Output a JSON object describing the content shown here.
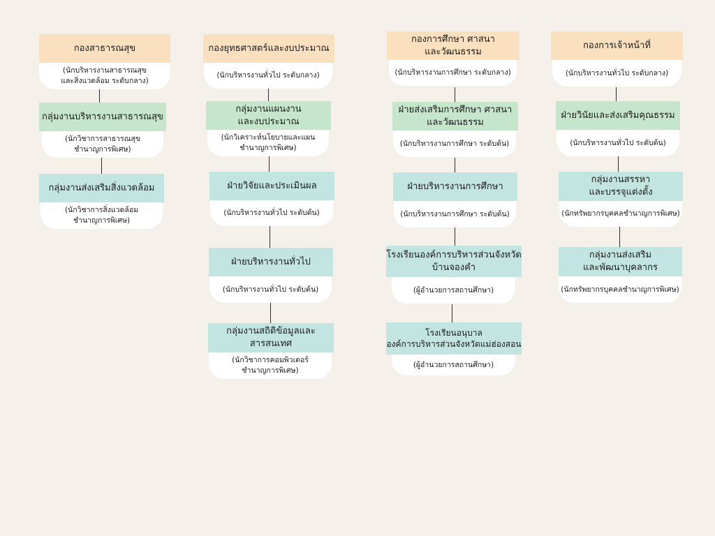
{
  "columns": [
    {
      "nodes": [
        {
          "title": "กองสาธารณสุข",
          "subtitle": "(นักบริหารงานสาธารณสุข\nและสิ่งแวดล้อม ระดับกลาง)"
        },
        {
          "title": "กลุ่มงานบริหารงานสาธารณสุข",
          "subtitle": "(นักวิชาการสาธารณสุข\nชำนาญการพิเศษ)"
        },
        {
          "title": "กลุ่มงานส่งเสริมสิ่งแวดล้อม",
          "subtitle": "(นักวิชาการสิ่งแวดล้อม\nชำนาญการพิเศษ)"
        }
      ]
    },
    {
      "nodes": [
        {
          "title": "กองยุทธศาสตร์และงบประมาณ",
          "subtitle": "(นักบริหารงานทั่วไป ระดับกลาง)"
        },
        {
          "title": "กลุ่มงานแผนงาน\nและงบประมาณ",
          "subtitle": "(นักวิเคราะห์นโยบายและแผน\nชำนาญการพิเศษ)"
        },
        {
          "title": "ฝ่ายวิจัยและประเมินผล",
          "subtitle": "(นักบริหารงานทั่วไป ระดับต้น)"
        },
        {
          "title": "ฝ่ายบริหารงานทั่วไป",
          "subtitle": "(นักบริหารงานทั่วไป ระดับต้น)"
        },
        {
          "title": "กลุ่มงานสถิติข้อมูลและสารสนเทศ",
          "subtitle": "(นักวิชาการคอมพิวเตอร์\nชำนาญการพิเศษ)"
        }
      ]
    },
    {
      "nodes": [
        {
          "title": "กองการศึกษา ศาสนา\nและวัฒนธรรม",
          "subtitle": "(นักบริหารงานการศึกษา ระดับกลาง)"
        },
        {
          "title": "ฝ่ายส่งเสริมการศึกษา ศาสนา\nและวัฒนธรรม",
          "subtitle": "(นักบริหารงานการศึกษา ระดับต้น)"
        },
        {
          "title": "ฝ่ายบริหารงานการศึกษา",
          "subtitle": "(นักบริหารงานการศึกษา ระดับต้น)"
        },
        {
          "title": "โรงเรียนองค์การบริหารส่วนจังหวัด\nบ้านจองคำ",
          "subtitle": "(ผู้อำนวยการสถานศึกษา)"
        },
        {
          "title": "โรงเรียนอนุบาล\nองค์การบริหารส่วนจังหวัดแม่ฮ่องสอน",
          "subtitle": "(ผู้อำนวยการสถานศึกษา)"
        }
      ]
    },
    {
      "nodes": [
        {
          "title": "กองการเจ้าหน้าที่",
          "subtitle": "(นักบริหารงานทั่วไป ระดับกลาง)"
        },
        {
          "title": "ฝ่ายวินัยและส่งเสริมคุณธรรม",
          "subtitle": "(นักบริหารงานทั่วไป ระดับต้น)"
        },
        {
          "title": "กลุ่มงานสรรหา\nและบรรจุแต่งตั้ง",
          "subtitle": "(นักทรัพยากรบุคคลชำนาญการพิเศษ)"
        },
        {
          "title": "กลุ่มงานส่งเสริม\nและพัฒนาบุคลากร",
          "subtitle": "(นักทรัพยากรบุคคลชำนาญการพิเศษ)"
        }
      ]
    }
  ]
}
